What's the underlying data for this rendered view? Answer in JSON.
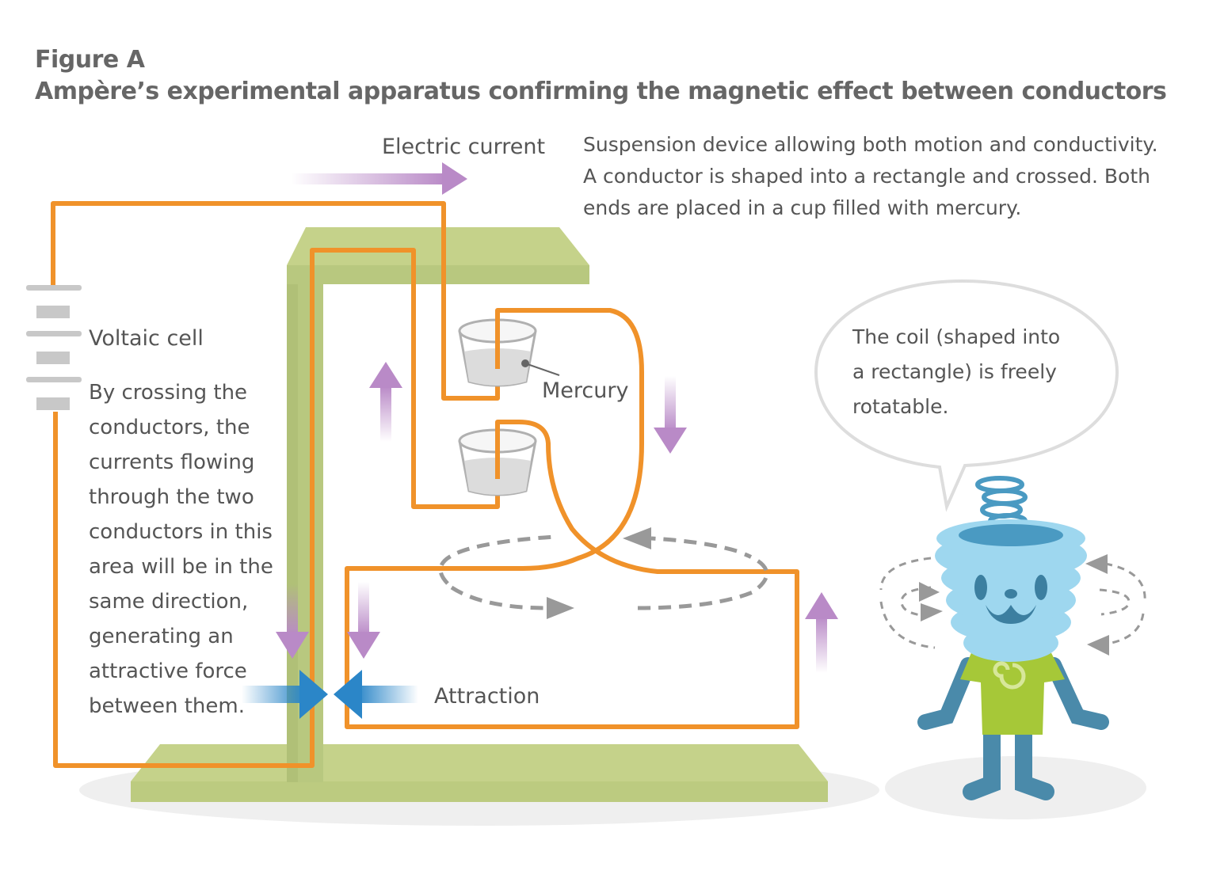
{
  "figure": {
    "label": "Figure A",
    "title": "Ampère’s experimental apparatus confirming the magnetic effect between conductors"
  },
  "labels": {
    "electric_current": "Electric current",
    "voltaic_cell": "Voltaic cell",
    "mercury": "Mercury",
    "attraction": "Attraction"
  },
  "suspension_note": [
    "Suspension device allowing both motion and conductivity.",
    "A conductor is shaped into a rectangle and crossed. Both",
    "ends are placed in a cup filled with mercury."
  ],
  "crossing_note": [
    "By crossing the",
    "conductors, the",
    "currents flowing",
    "through the two",
    "conductors in this",
    "area will be in the",
    "same direction,",
    "generating an",
    "attractive force",
    "between them."
  ],
  "speech_bubble": [
    "The coil (shaped into",
    "a rectangle) is freely",
    "rotatable."
  ],
  "colors": {
    "wire": "#f0922a",
    "stand": "#c5d28a",
    "stand_dark": "#b3c27a",
    "arrow_current": "#b98ac7",
    "arrow_attraction": "#2b86c8",
    "text": "#555555",
    "title": "#666666",
    "character_body": "#9ed7ef",
    "character_shirt": "#a6c838",
    "character_limbs": "#4a8aaa"
  }
}
